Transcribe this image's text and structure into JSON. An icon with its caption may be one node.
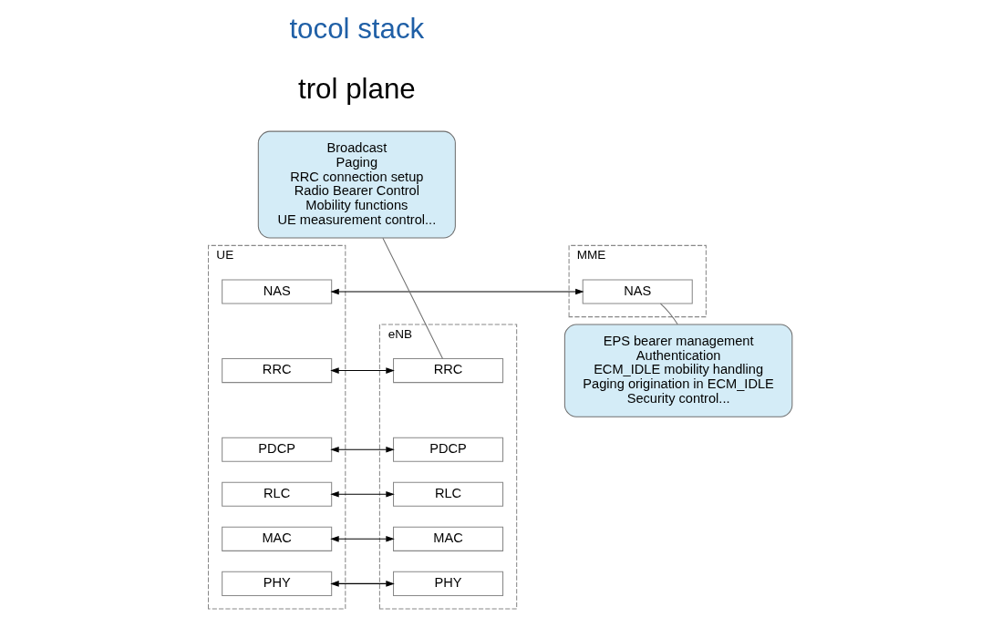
{
  "diagram": {
    "nodes": [
      {
        "text": [
          "UE"
        ]
      },
      {
        "text": [
          "NAS"
        ],
        "in": 0
      },
      {
        "text": [
          "RRC"
        ],
        "in": 0
      },
      {
        "text": [
          "PDCP"
        ],
        "in": 0
      },
      {
        "text": [
          "RLC"
        ],
        "in": 0
      },
      {
        "text": [
          "MAC"
        ],
        "in": 0
      },
      {
        "text": [
          "PHY"
        ],
        "in": 0
      },
      {
        "text": [
          "eNB"
        ]
      },
      {
        "text": [
          "RRC"
        ],
        "in": 7
      },
      {
        "text": [
          "PDCP"
        ],
        "in": 7
      },
      {
        "text": [
          "RLC"
        ],
        "in": 7
      },
      {
        "text": [
          "MAC"
        ],
        "in": 7
      },
      {
        "text": [
          "PHY"
        ],
        "in": 7
      },
      {
        "text": [
          "MME"
        ]
      },
      {
        "text": [
          "NAS"
        ],
        "in": 13
      },
      {
        "text": [
          "Broadcast Paging RRC connection setup Radio Bearer Control Mobility functions UE measurement control..."
        ]
      },
      {
        "text": [
          "EPS bearer management Authentication ECM_IDLE mobility handling Paging origination in ECM_IDLE Security control..."
        ]
      }
    ],
    "edges": [
      {
        "from": 1,
        "to": 14,
        "arrow": "both"
      },
      {
        "from": 2,
        "to": 8,
        "arrow": "both"
      },
      {
        "from": 3,
        "to": 9,
        "arrow": "both"
      },
      {
        "from": 4,
        "to": 10,
        "arrow": "both"
      },
      {
        "from": 5,
        "to": 11,
        "arrow": "both"
      },
      {
        "from": 6,
        "to": 12,
        "arrow": "both"
      },
      {
        "from": 15,
        "to": 8,
        "arrow": "none",
        "color": "#707070"
      },
      {
        "from": 16,
        "to": 14,
        "arrow": "none",
        "color": "#707070"
      }
    ],
    "labels": [
      "tocol stack",
      "trol plane"
    ]
  }
}
